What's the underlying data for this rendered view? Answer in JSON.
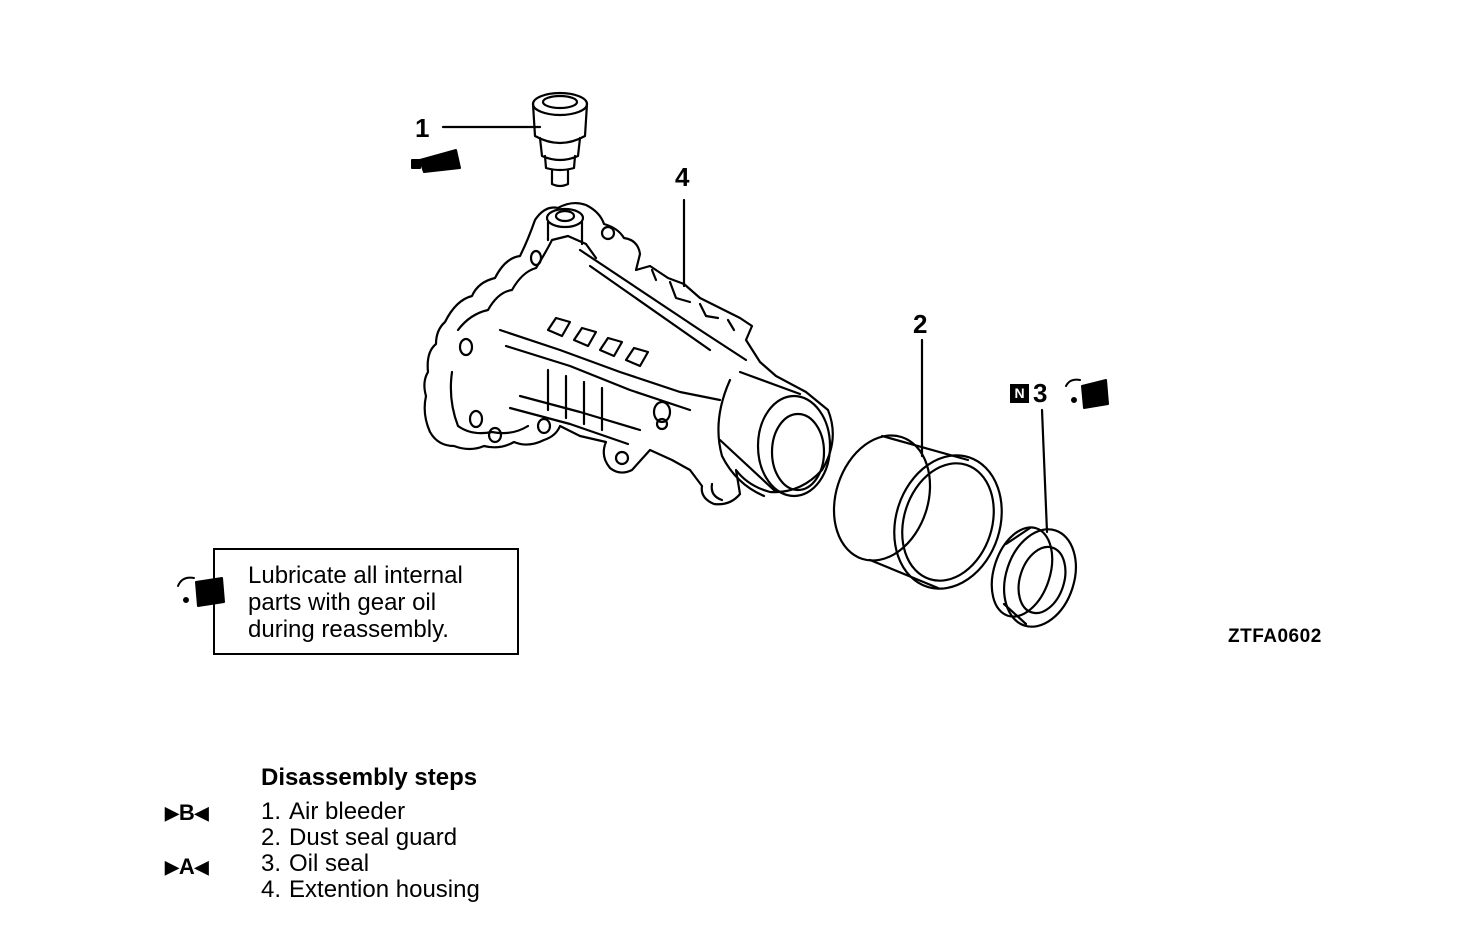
{
  "callouts": {
    "c1": "1",
    "c2": "2",
    "c3": "3",
    "c4": "4",
    "n_symbol": "N"
  },
  "note": {
    "lines": [
      "Lubricate all internal",
      "parts with gear oil",
      "during reassembly."
    ]
  },
  "figure_code": "ZTFA0602",
  "steps": {
    "title": "Disassembly steps",
    "items": [
      {
        "num": "1.",
        "label": "Air bleeder",
        "badge": "B"
      },
      {
        "num": "2.",
        "label": "Dust seal guard",
        "badge": ""
      },
      {
        "num": "3.",
        "label": "Oil seal",
        "badge": "A"
      },
      {
        "num": "4.",
        "label": "Extention housing",
        "badge": ""
      }
    ]
  },
  "icons": [
    "sealant-tube-icon",
    "oil-can-icon"
  ]
}
